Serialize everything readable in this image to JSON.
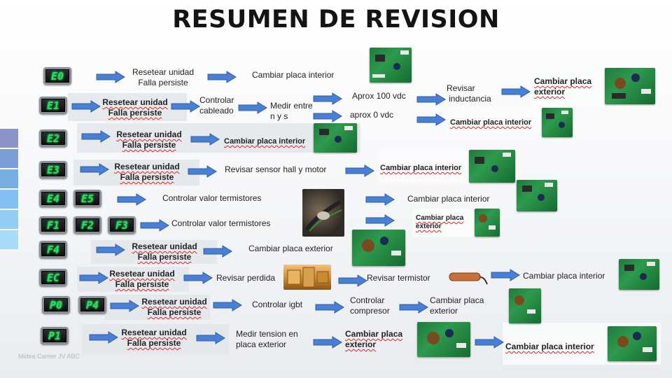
{
  "title": "RESUMEN DE REVISION",
  "watermark": "Midea Carrier JV ABC",
  "colors": {
    "code_text": "#23e25a",
    "arrow_fill": "#4a7fd6",
    "side_tabs": [
      "#8b93c9",
      "#7c9fd8",
      "#77aee2",
      "#83bff0",
      "#93cdf3",
      "#a7dbf7"
    ]
  },
  "icons": {
    "arrow": "right-arrow-icon",
    "board": "pcb-board-photo",
    "sensor": "hall-sensor-photo",
    "pipe": "brass-valve-photo",
    "thermistor": "thermistor-probe-photo"
  },
  "rows": {
    "e0": {
      "code": "E0",
      "step1": [
        "Resetear unidad",
        "Falla persiste"
      ],
      "step2": "Cambiar placa interior"
    },
    "e1": {
      "code": "E1",
      "step1": [
        "Resetear unidad",
        "Falla persiste"
      ],
      "step2": [
        "Controlar",
        "cableado"
      ],
      "step3": [
        "Medir entre",
        "n y s"
      ],
      "branch_a": "Aprox 100 vdc",
      "branch_b": "aprox  0 vdc",
      "revisar": [
        "Revisar",
        "inductancia"
      ],
      "result_a": [
        "Cambiar placa",
        "exterior"
      ],
      "result_b": "Cambiar placa interior"
    },
    "e2": {
      "code": "E2",
      "step1": [
        "Resetear unidad",
        "Falla persiste"
      ],
      "step2": "Cambiar placa interior"
    },
    "e3": {
      "code": "E3",
      "step1": [
        "Resetear unidad",
        "Falla persiste"
      ],
      "step2": "Revisar sensor hall y motor",
      "step3": "Cambiar placa interior"
    },
    "e4": {
      "codes": [
        "E4",
        "E5"
      ],
      "step1": "Controlar valor termistores",
      "step2": "Cambiar placa interior"
    },
    "f1": {
      "codes": [
        "F1",
        "F2",
        "F3"
      ],
      "step1": "Controlar valor termistores",
      "step2": [
        "Cambiar placa",
        "exterior"
      ]
    },
    "f4": {
      "code": "F4",
      "step1": [
        "Resetear unidad",
        "Falla persiste"
      ],
      "step2": "Cambiar placa exterior"
    },
    "ec": {
      "code": "EC",
      "step1": [
        "Resetear unidad",
        "Falla persiste"
      ],
      "step2": "Revisar perdida",
      "step3": "Revisar termistor",
      "step4": "Cambiar placa interior"
    },
    "p0": {
      "codes": [
        "P0",
        "P4"
      ],
      "step1": [
        "Resetear unidad",
        "Falla persiste"
      ],
      "step2": "Controlar igbt",
      "step3": [
        "Controlar",
        "compresor"
      ],
      "step4": [
        "Cambiar placa",
        "exterior"
      ]
    },
    "p1": {
      "code": "P1",
      "step1": [
        "Resetear unidad",
        "Falla persiste"
      ],
      "step2": [
        "Medir tension en",
        "placa exterior"
      ],
      "step3": [
        "Cambiar placa",
        "exterior"
      ],
      "step4": "Cambiar placa interior"
    }
  }
}
